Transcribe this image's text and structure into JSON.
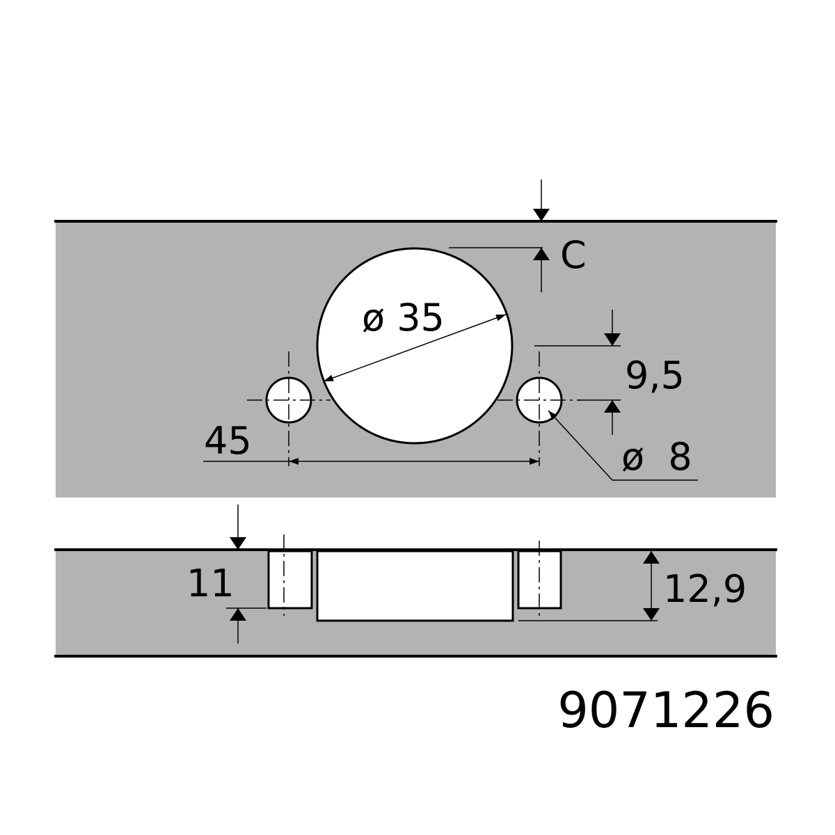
{
  "labels": {
    "clearance": "C",
    "cup_diameter": "ø 35",
    "hole_offset": "9,5",
    "hole_spacing": "45",
    "screw_diameter": "ø  8",
    "screw_depth": "11",
    "cup_depth": "12,9",
    "article_number": "9071226"
  },
  "colors": {
    "panel": "#b3b3b3",
    "line": "#000000",
    "hole": "#ffffff"
  }
}
